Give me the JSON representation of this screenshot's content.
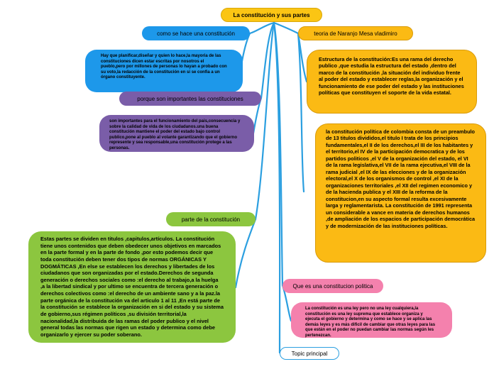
{
  "central": {
    "label": "La constitución y sus partes"
  },
  "left": [
    {
      "label": "como se hace una constitución",
      "color": "#1d98ea",
      "detail": "Hay que planificar,diseñar y quien lo hace,la mayoria de las constituciones dicen estar escritas por nosotros el pueblo,pero por millones de personas lo hayan a probado con su voto,la redacción de la constitución en si se confia a un órgano constituyente."
    },
    {
      "label": "porque son importantes  las constituciones",
      "color": "#7a5da8",
      "detail": "son importantes para el funcionamiento del pais,consecuencia y sobre la calidad de vida de los ciudadanos.una buena constitución mantiene el poder del estado bajo control publico,pone al pueblo al volante garantizando que el gobierno represente  y sea responsable,una constitución protege a las personas."
    },
    {
      "label": "parte de la constitución",
      "color": "#8cc63f",
      "detail": "Estas partes se dividen  en titulos ,capitulos,artículos. La constitución tiene unos contenidos que deben obedecer unos objetivos en marcados en la parte formal y en la parte de fondo ,por esto podemos decir que toda constitución deben tener dos tipos de normas ORGÁNICAS Y DOGMÁTICAS ,En else se establecen los derechos y libertades de los ciudadanos que son organizadas por el estado.Derechos de segunda generación o derechos sociales como :el derecho al trabajo,a la huelga ,a la libertad sindical y por ultimo se encuentra de tercera generación o derechos colectivos como :el derecho de un ambiente sano y a la paz.la parte orgánica de la constitución va del articulo  1 al 11 ,En está parte de la constitución se establece la organización en si del estado  y su sistema de gobierno,sus régimen políticos ,su división territorial,la nacionalidad,la distribuida de las ramas del poder publico y el nivel general todas las normas  que rigen un estado y determina como debe organizarlo y ejercer su poder soberano."
    }
  ],
  "right": [
    {
      "label": "teoria de Naranjo Mesa vladimiro",
      "color": "#fbba14",
      "details": [
        "Estructura de la constitución:Es una rama del derecho publico ,que estudia la estructura del estado ,dentro del marco de la constitución ,la situación del individuo frente al poder del estado y establecer reglas,la organización y el funcionamiento de ese poder del estado y  las instituciones políticas que constituyen el soporte de la vida estatal.",
        "la constitución política de colombia consta de un preambulo de 13 titulos divididos,el titulo I trata de los principios fundamentales,el II de los derechos,el III de los habitantes y el territorio,el IV de la participación democratica  y de los partidos politicos ,el V de la organización del estado, el VI de la rama legislativa,el  VII de la rama ejecutiva,el VIII de la rama judicial ,el IX de las elecciones  y de la organización electoral,el X de los organismos de control ,el XI de la organizaciones territoriales ,el XII del regimen economico y de la hacienda publica y el XIII de la reforma de la constitucion,en su aspecto formal resulta excesivamente larga y reglamentarista. La constitución de 1991 representa un considerable a vance en materia de derechos humanos ,de ampliación de los espacios de participación democrática y de modernización de las instituciones políticas."
      ]
    },
    {
      "label": "Que es una constitucion politica",
      "color": "#f481ad",
      "detail": "La constitución es una ley pero no una ley cualquiera,la constitución es una ley suprema que establece organiza y ejecuta el gobierno  y determina y como se hace y se aplica las demás leyes y es más dificil  de cambiar que otras leyes para las que están en el poder no puedan cambiar las normas según les pertenezcan."
    },
    {
      "label": "Topic principal",
      "color": "#ffffff"
    }
  ],
  "colors": {
    "link": "#2b9fe0"
  }
}
